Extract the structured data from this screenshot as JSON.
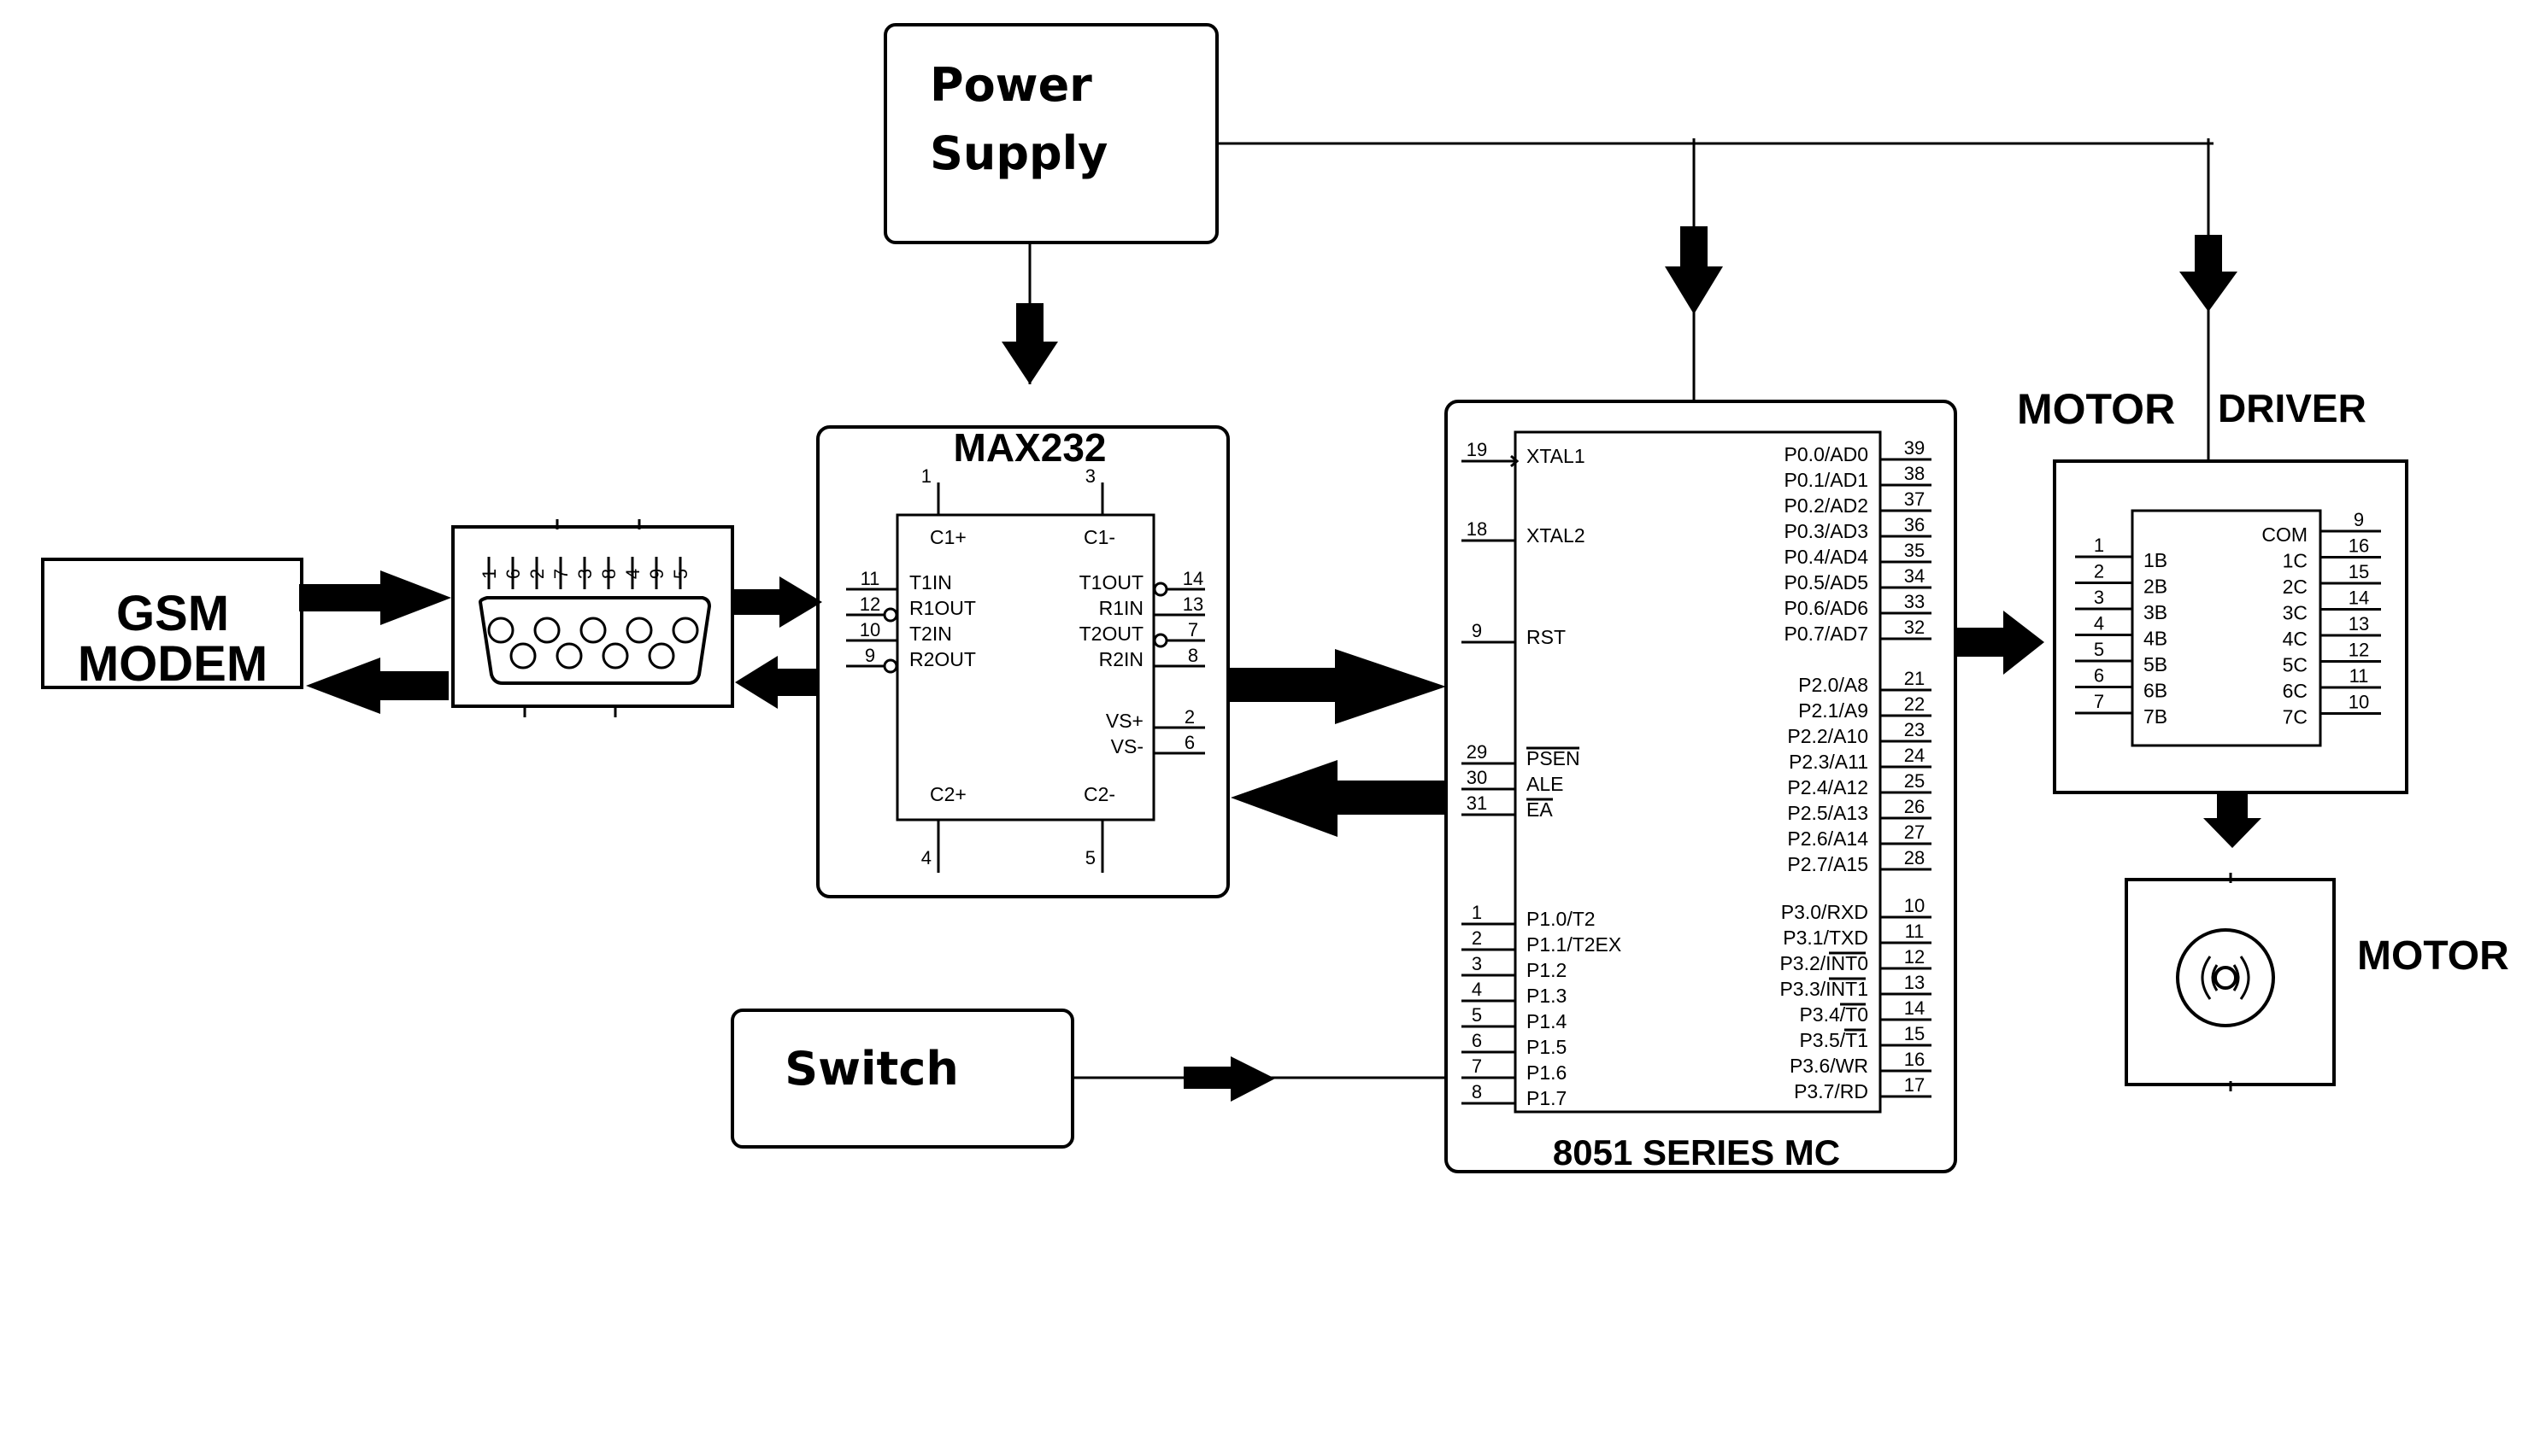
{
  "blocks": {
    "power_supply": [
      "Power",
      "Supply"
    ],
    "gsm_modem": [
      "GSM",
      "MODEM"
    ],
    "max232": "MAX232",
    "switch": "Switch",
    "mcu": "8051 SERIES MC",
    "motor_driver": [
      "MOTOR",
      "DRIVER"
    ],
    "motor": "MOTOR"
  },
  "db9": {
    "top_pins": [
      "1",
      "6",
      "2",
      "7",
      "3",
      "8",
      "4",
      "9",
      "5"
    ]
  },
  "max232_ic": {
    "top_pins": [
      {
        "num": "1",
        "label": "C1+"
      },
      {
        "num": "3",
        "label": "C1-"
      }
    ],
    "bottom_pins": [
      {
        "num": "4",
        "label": "C2+"
      },
      {
        "num": "5",
        "label": "C2-"
      }
    ],
    "left_pins": [
      {
        "num": "11",
        "label": "T1IN"
      },
      {
        "num": "12",
        "label": "R1OUT"
      },
      {
        "num": "10",
        "label": "T2IN"
      },
      {
        "num": "9",
        "label": "R2OUT"
      }
    ],
    "right_pins": [
      {
        "num": "14",
        "label": "T1OUT"
      },
      {
        "num": "13",
        "label": "R1IN"
      },
      {
        "num": "7",
        "label": "T2OUT"
      },
      {
        "num": "8",
        "label": "R2IN"
      }
    ],
    "supply_pins": [
      {
        "num": "2",
        "label": "VS+"
      },
      {
        "num": "6",
        "label": "VS-"
      }
    ]
  },
  "mcu_ic": {
    "left_groups": [
      [
        {
          "num": "19",
          "label": "XTAL1"
        }
      ],
      [
        {
          "num": "18",
          "label": "XTAL2"
        }
      ],
      [
        {
          "num": "9",
          "label": "RST"
        }
      ],
      [
        {
          "num": "29",
          "label": "PSEN"
        },
        {
          "num": "30",
          "label": "ALE"
        },
        {
          "num": "31",
          "label": "EA"
        }
      ],
      [
        {
          "num": "1",
          "label": "P1.0/T2"
        },
        {
          "num": "2",
          "label": "P1.1/T2EX"
        },
        {
          "num": "3",
          "label": "P1.2"
        },
        {
          "num": "4",
          "label": "P1.3"
        },
        {
          "num": "5",
          "label": "P1.4"
        },
        {
          "num": "6",
          "label": "P1.5"
        },
        {
          "num": "7",
          "label": "P1.6"
        },
        {
          "num": "8",
          "label": "P1.7"
        }
      ]
    ],
    "right_groups": [
      [
        {
          "num": "39",
          "label": "P0.0/AD0"
        },
        {
          "num": "38",
          "label": "P0.1/AD1"
        },
        {
          "num": "37",
          "label": "P0.2/AD2"
        },
        {
          "num": "36",
          "label": "P0.3/AD3"
        },
        {
          "num": "35",
          "label": "P0.4/AD4"
        },
        {
          "num": "34",
          "label": "P0.5/AD5"
        },
        {
          "num": "33",
          "label": "P0.6/AD6"
        },
        {
          "num": "32",
          "label": "P0.7/AD7"
        }
      ],
      [
        {
          "num": "21",
          "label": "P2.0/A8"
        },
        {
          "num": "22",
          "label": "P2.1/A9"
        },
        {
          "num": "23",
          "label": "P2.2/A10"
        },
        {
          "num": "24",
          "label": "P2.3/A11"
        },
        {
          "num": "25",
          "label": "P2.4/A12"
        },
        {
          "num": "26",
          "label": "P2.5/A13"
        },
        {
          "num": "27",
          "label": "P2.6/A14"
        },
        {
          "num": "28",
          "label": "P2.7/A15"
        }
      ],
      [
        {
          "num": "10",
          "label": "P3.0/RXD"
        },
        {
          "num": "11",
          "label": "P3.1/TXD"
        },
        {
          "num": "12",
          "label": "P3.2/INT0"
        },
        {
          "num": "13",
          "label": "P3.3/INT1"
        },
        {
          "num": "14",
          "label": "P3.4/T0"
        },
        {
          "num": "15",
          "label": "P3.5/T1"
        },
        {
          "num": "16",
          "label": "P3.6/WR"
        },
        {
          "num": "17",
          "label": "P3.7/RD"
        }
      ]
    ]
  },
  "driver_ic": {
    "left_pins": [
      {
        "num": "1",
        "label": "1B"
      },
      {
        "num": "2",
        "label": "2B"
      },
      {
        "num": "3",
        "label": "3B"
      },
      {
        "num": "4",
        "label": "4B"
      },
      {
        "num": "5",
        "label": "5B"
      },
      {
        "num": "6",
        "label": "6B"
      },
      {
        "num": "7",
        "label": "7B"
      }
    ],
    "right_pins": [
      {
        "num": "9",
        "label": "COM"
      },
      {
        "num": "16",
        "label": "1C"
      },
      {
        "num": "15",
        "label": "2C"
      },
      {
        "num": "14",
        "label": "3C"
      },
      {
        "num": "13",
        "label": "4C"
      },
      {
        "num": "12",
        "label": "5C"
      },
      {
        "num": "11",
        "label": "6C"
      },
      {
        "num": "10",
        "label": "7C"
      }
    ]
  }
}
